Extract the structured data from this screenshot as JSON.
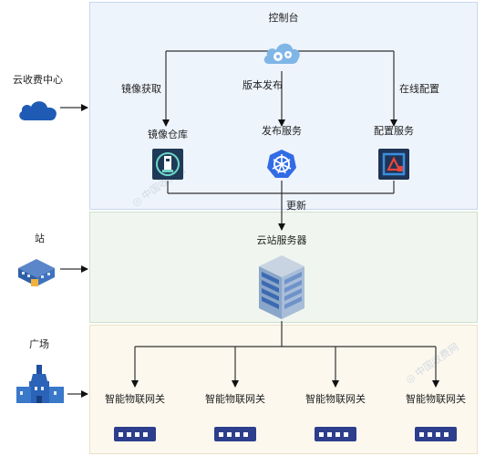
{
  "left_labels": {
    "cloud": "云收费中心",
    "station": "站",
    "plaza": "广场"
  },
  "cloud_panel": {
    "console": "控制台",
    "edge_image_fetch": "镜像获取",
    "edge_version_release": "版本发布",
    "edge_online_config": "在线配置",
    "image_repo": "镜像仓库",
    "release_service": "发布服务",
    "config_service": "配置服务",
    "update": "更新"
  },
  "station_panel": {
    "server": "云站服务器"
  },
  "plaza_panel": {
    "gateways": [
      "智能物联网关",
      "智能物联网关",
      "智能物联网关",
      "智能物联网关"
    ]
  },
  "colors": {
    "cloud_bg": "#eef4fc",
    "station_bg": "#f0f6ef",
    "plaza_bg": "#fcf8ee",
    "accent_blue": "#2f5fc8",
    "cloud_blue": "#1f5bb5",
    "gateway_navy": "#2c3e8c"
  }
}
